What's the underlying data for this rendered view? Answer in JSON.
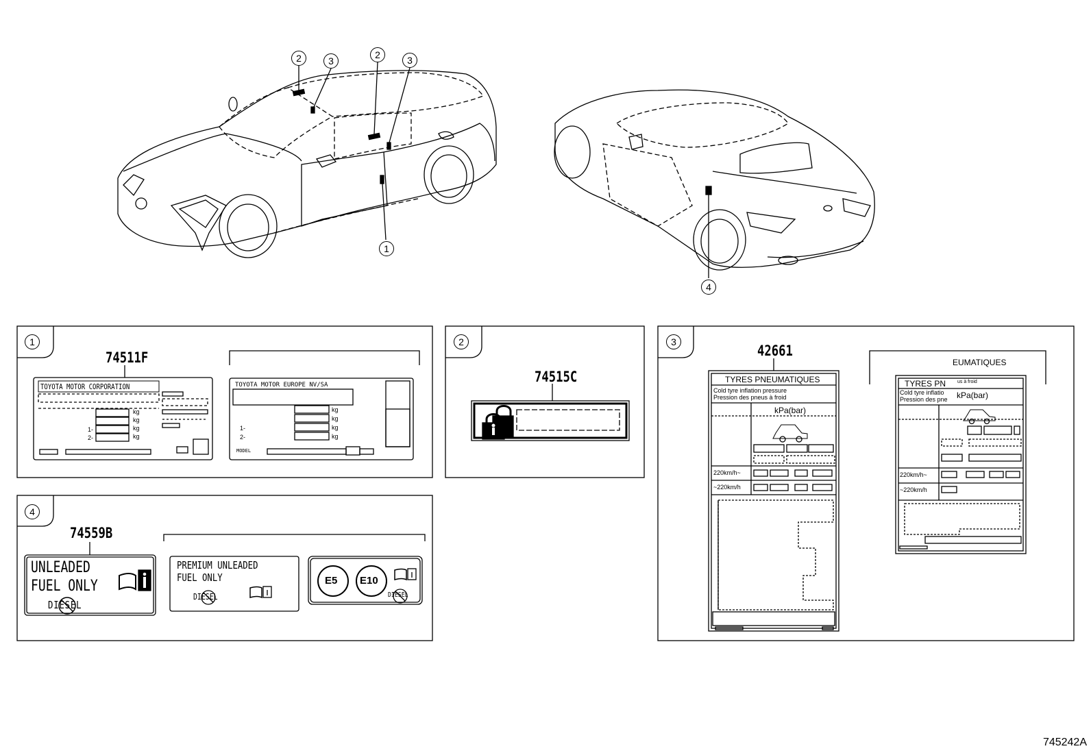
{
  "diagram": {
    "reference_code": "745242A",
    "callouts": [
      "1",
      "2",
      "3",
      "4"
    ],
    "panels": {
      "p1": {
        "number": "1",
        "part_number": "74511F",
        "label_a_header": "TOYOTA MOTOR CORPORATION",
        "label_a_units": [
          "kg",
          "kg",
          "kg",
          "kg"
        ],
        "label_a_row_marks": [
          "1-",
          "2-"
        ],
        "label_b_header": "TOYOTA   MOTOR   EUROPE   NV/SA",
        "label_b_units": [
          "kg",
          "kg",
          "kg",
          "kg"
        ],
        "label_b_row_marks": [
          "1-",
          "2-"
        ],
        "label_b_footer": "MODEL"
      },
      "p2": {
        "number": "2",
        "part_number": "74515C"
      },
      "p3": {
        "number": "3",
        "part_number": "42661",
        "label_a_title": "TYRES  PNEUMATIQUES",
        "label_a_line1": "Cold tyre inflation pressure",
        "label_a_line2": "Pression des pneus à froid",
        "label_a_unit": "kPa(bar)",
        "label_a_speed1": "220km/h~",
        "label_a_speed2": "~220km/h",
        "label_b_caption": "EUMATIQUES",
        "label_b_title": "TYRES  PN",
        "label_b_fragment": "us à froid",
        "label_b_line1": "Cold tyre inflatio",
        "label_b_line2": "Pression des pne",
        "label_b_unit": "kPa(bar)",
        "label_b_speed1": "220km/h~",
        "label_b_speed2": "~220km/h"
      },
      "p4": {
        "number": "4",
        "part_number": "74559B",
        "label_a_line1": "UNLEADED",
        "label_a_line2": "FUEL ONLY",
        "label_a_diesel": "DIESEL",
        "label_b_line1": "PREMIUM UNLEADED",
        "label_b_line2": "FUEL ONLY",
        "label_b_diesel": "DIESEL",
        "label_c_e5": "E5",
        "label_c_e10": "E10",
        "label_c_diesel": "DIESEL"
      }
    }
  }
}
